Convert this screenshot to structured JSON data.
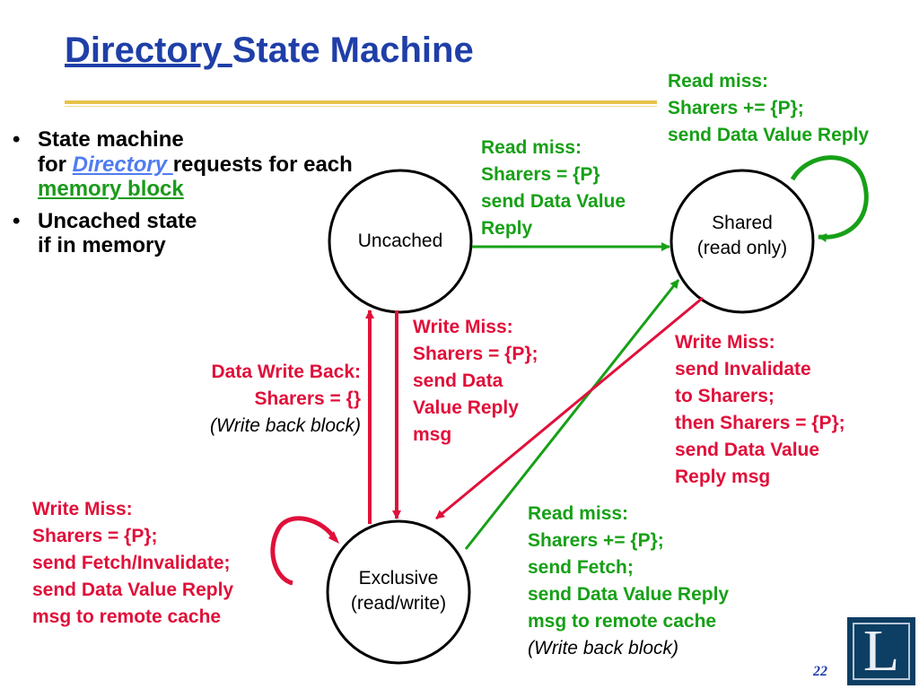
{
  "slide": {
    "title_underlined": "Directory ",
    "title_rest": "State Machine",
    "page_number": "22",
    "logo_letter": "L"
  },
  "bullets": {
    "b1_a": "State machine",
    "b1_b": "for ",
    "b1_link": "Directory ",
    "b1_c": "requests for each",
    "b1_mem": "memory block",
    "b2_a": "Uncached state",
    "b2_b": "if in memory"
  },
  "states": {
    "uncached": "Uncached",
    "shared_1": "Shared",
    "shared_2": "(read only)",
    "exclusive_1": "Exclusive",
    "exclusive_2": "(read/write)"
  },
  "transitions": {
    "shared_self": [
      "Read miss:",
      "Sharers += {P};",
      "send Data Value Reply"
    ],
    "uncached_to_shared": [
      "Read miss:",
      "Sharers = {P}",
      "send Data Value",
      "Reply"
    ],
    "uncached_to_exclusive": [
      "Write Miss:",
      "Sharers = {P};",
      "send Data",
      "Value Reply",
      "msg"
    ],
    "exclusive_to_uncached": [
      "Data Write Back:",
      "Sharers = {}",
      "(Write back block)"
    ],
    "shared_to_exclusive": [
      "Write Miss:",
      "send Invalidate",
      "to Sharers;",
      "then Sharers = {P};",
      "send Data Value",
      "Reply msg"
    ],
    "exclusive_self": [
      "Write Miss:",
      "Sharers = {P};",
      "send Fetch/Invalidate;",
      "send Data Value Reply",
      "msg to remote cache"
    ],
    "exclusive_to_shared": [
      "Read miss:",
      "Sharers += {P};",
      "send Fetch;",
      "send Data Value Reply",
      "msg to remote cache",
      "(Write back block)"
    ]
  },
  "colors": {
    "title": "#1f3fa8",
    "read_transition": "#17a017",
    "write_transition": "#e0103a",
    "rule": "#e7c24a"
  }
}
